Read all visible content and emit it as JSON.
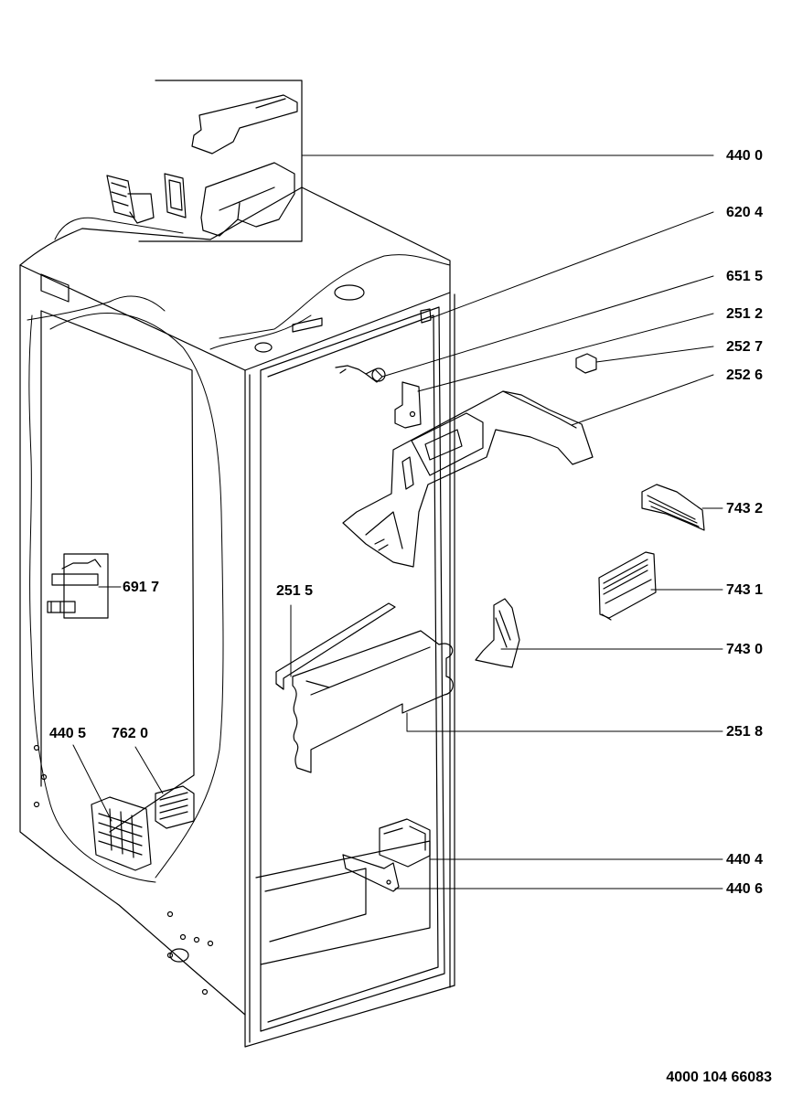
{
  "document_number": "4000 104 66083",
  "part_labels": {
    "p4400": "440 0",
    "p6204": "620 4",
    "p6515": "651 5",
    "p2512": "251 2",
    "p2527": "252 7",
    "p2526": "252 6",
    "p7432": "743 2",
    "p6917": "691 7",
    "p2515": "251 5",
    "p7431": "743 1",
    "p7430": "743 0",
    "p4405": "440 5",
    "p7620": "762 0",
    "p2518": "251 8",
    "p4404": "440 4",
    "p4406": "440 6"
  }
}
